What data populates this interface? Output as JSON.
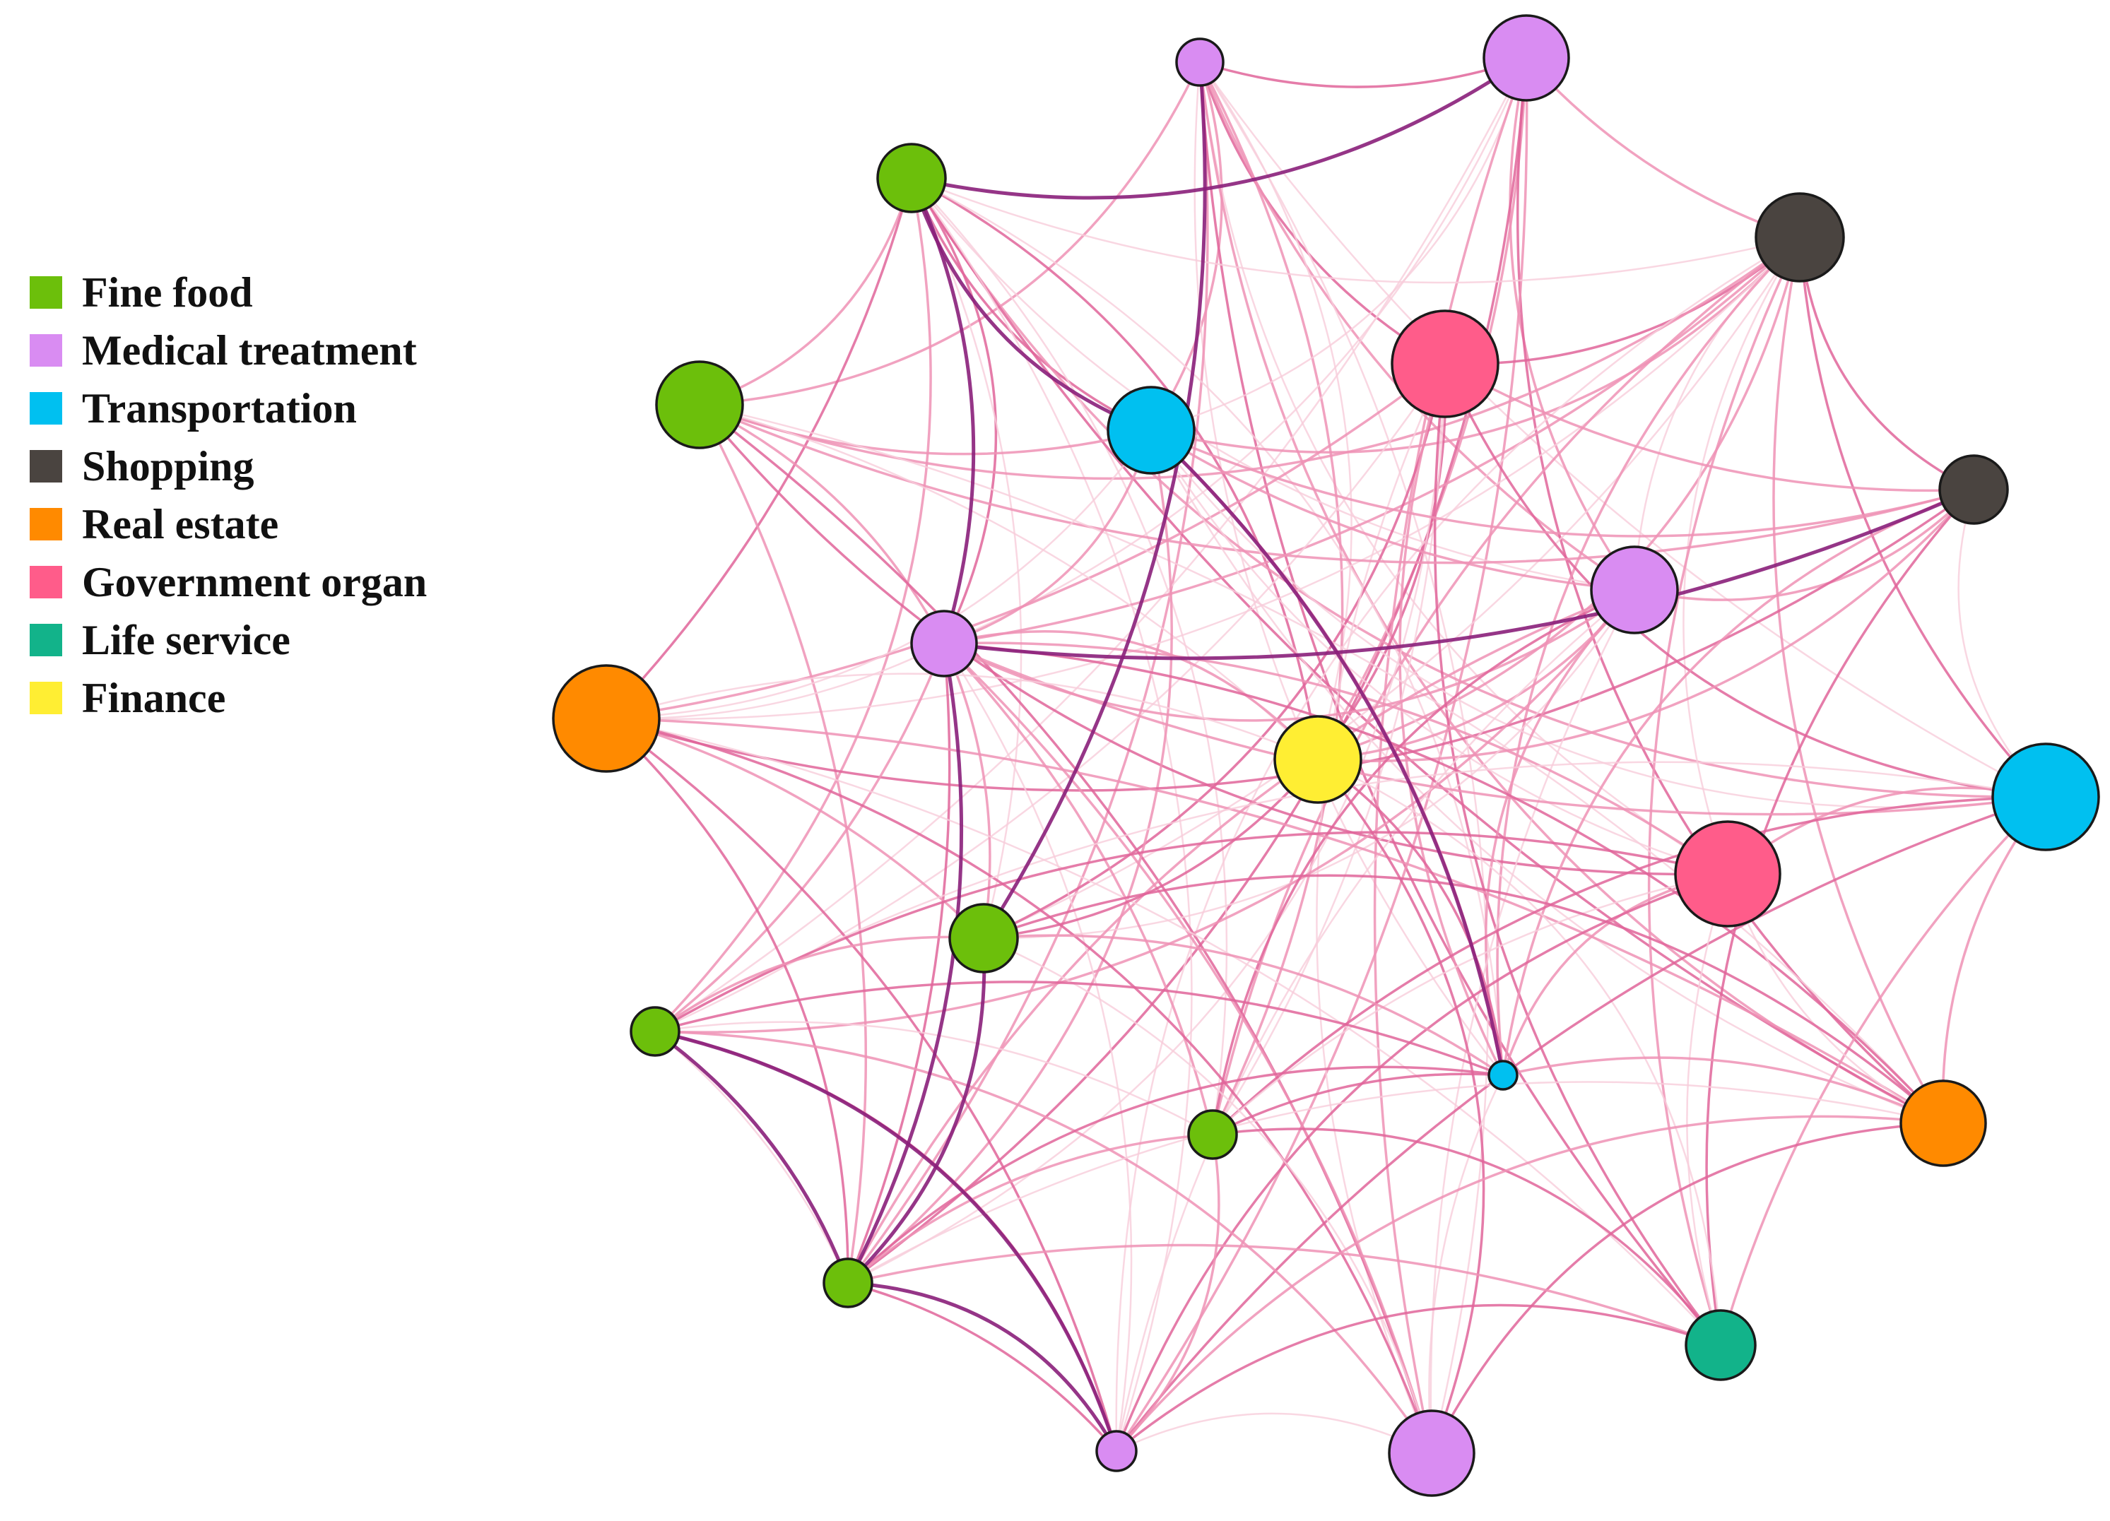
{
  "figure": {
    "type": "network",
    "legend": {
      "items": [
        {
          "label": "Fine food",
          "color": "#6cbf0b"
        },
        {
          "label": "Medical treatment",
          "color": "#d98cf2"
        },
        {
          "label": "Transportation",
          "color": "#00c0f0"
        },
        {
          "label": "Shopping",
          "color": "#4a4440"
        },
        {
          "label": "Real estate",
          "color": "#ff8a00"
        },
        {
          "label": "Government organ",
          "color": "#ff5c8a"
        },
        {
          "label": "Life service",
          "color": "#12b38a"
        },
        {
          "label": "Finance",
          "color": "#ffee33"
        }
      ]
    },
    "edge_colors": [
      "#f8cddb",
      "#ee92b5",
      "#e0659a",
      "#8a1f7a"
    ],
    "nodes": [
      {
        "category": "Medical treatment"
      },
      {
        "category": "Medical treatment"
      },
      {
        "category": "Fine food"
      },
      {
        "category": "Shopping"
      },
      {
        "category": "Government organ"
      },
      {
        "category": "Fine food"
      },
      {
        "category": "Transportation"
      },
      {
        "category": "Shopping"
      },
      {
        "category": "Medical treatment"
      },
      {
        "category": "Medical treatment"
      },
      {
        "category": "Real estate"
      },
      {
        "category": "Finance"
      },
      {
        "category": "Transportation"
      },
      {
        "category": "Government organ"
      },
      {
        "category": "Fine food"
      },
      {
        "category": "Fine food"
      },
      {
        "category": "Transportation"
      },
      {
        "category": "Fine food"
      },
      {
        "category": "Real estate"
      },
      {
        "category": "Fine food"
      },
      {
        "category": "Life service"
      },
      {
        "category": "Medical treatment"
      },
      {
        "category": "Medical treatment"
      }
    ]
  }
}
